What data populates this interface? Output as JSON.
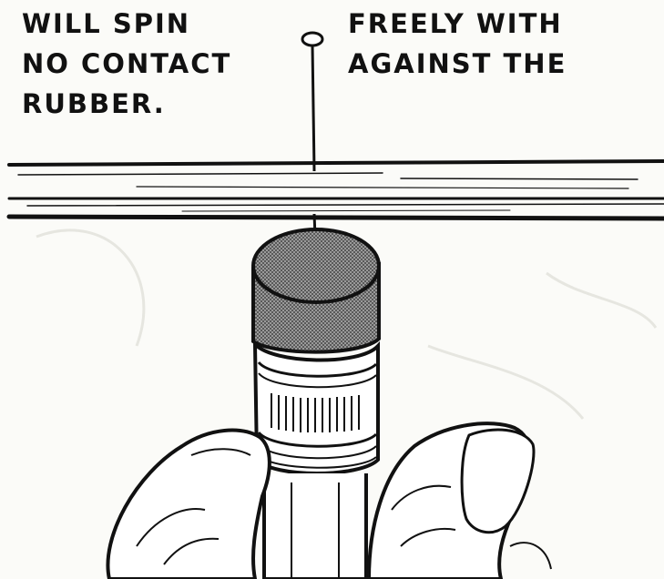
{
  "caption": {
    "left_lines": [
      "WILL SPIN",
      "NO CONTACT",
      "RUBBER."
    ],
    "right_lines": [
      "FREELY WITH",
      "AGAINST THE"
    ]
  },
  "colors": {
    "ink": "#111111",
    "paper": "#fbfbf8",
    "eraser_shading": "#6f6f6f"
  }
}
